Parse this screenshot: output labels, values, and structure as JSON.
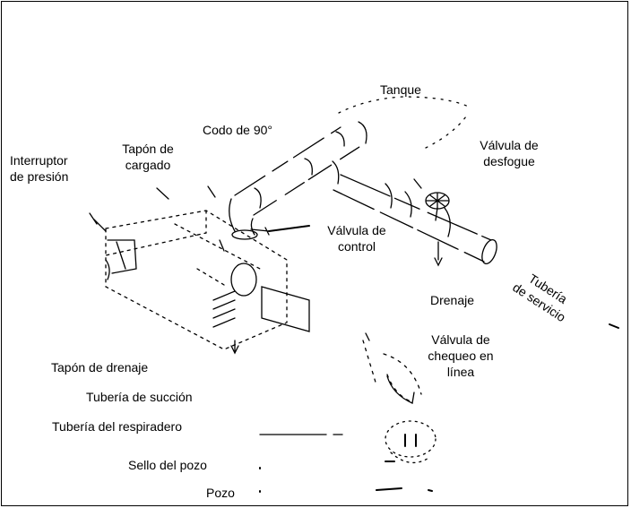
{
  "labels": {
    "tanque": "Tanque",
    "codo": "Codo de 90°",
    "tapon_cargado": [
      "Tapón de",
      "cargado"
    ],
    "interruptor": [
      "Interruptor",
      "de presión"
    ],
    "valvula_desfogue": [
      "Válvula de",
      "desfogue"
    ],
    "valvula_control": [
      "Válvula de",
      "control"
    ],
    "tuberia_servicio": [
      "Tubería",
      "de servicio"
    ],
    "drenaje": "Drenaje",
    "valvula_chequeo": [
      "Válvula de",
      "chequeo en",
      "línea"
    ],
    "tapon_drenaje": "Tapón de drenaje",
    "tuberia_succion": "Tubería de succión",
    "tuberia_respiradero": "Tubería del respiradero",
    "sello_pozo": "Sello del pozo",
    "pozo": "Pozo"
  },
  "colors": {
    "ink": "#000000",
    "background": "#ffffff"
  }
}
